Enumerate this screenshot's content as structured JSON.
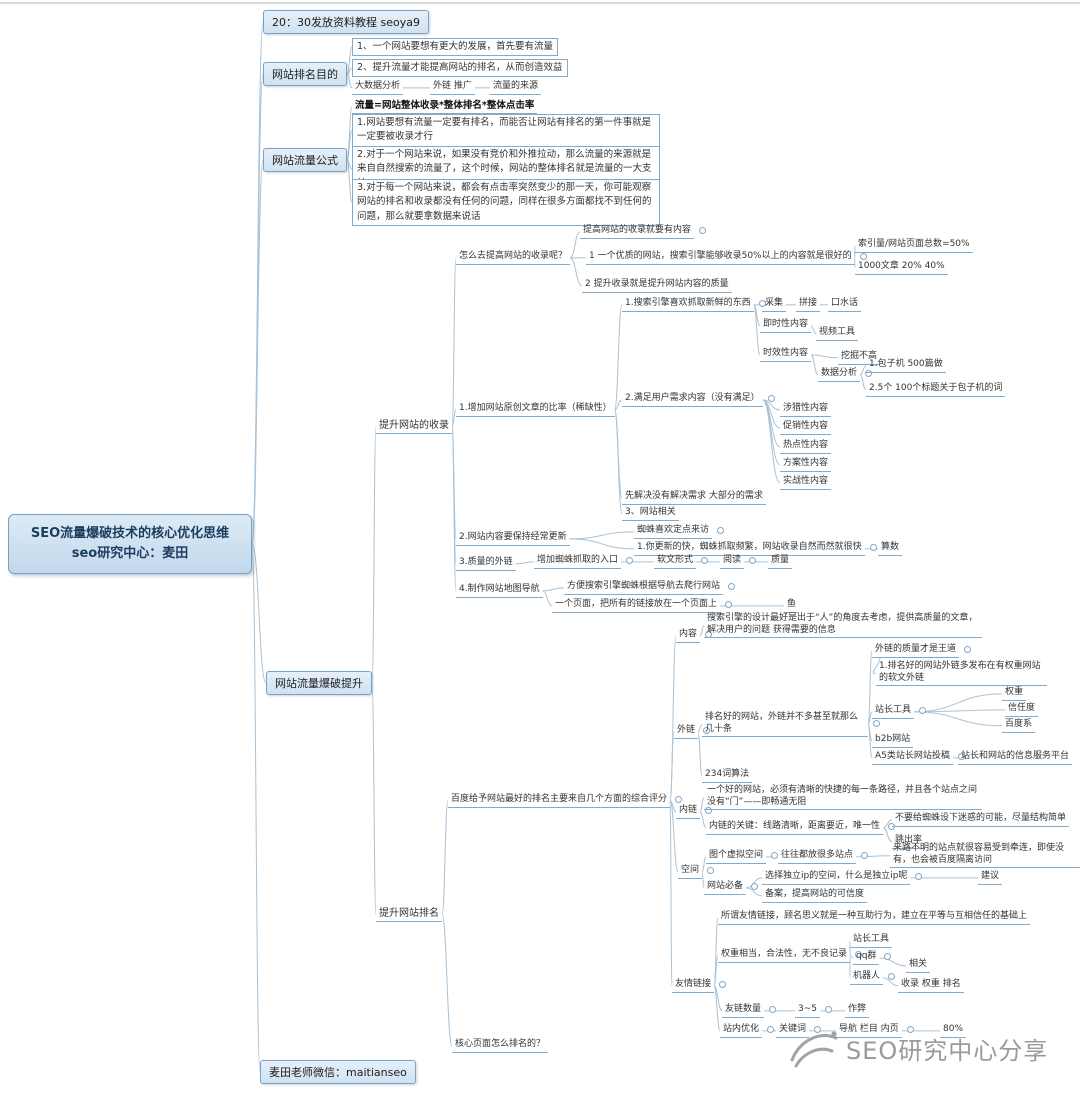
{
  "root": {
    "line1": "SEO流量爆破技术的核心优化思维",
    "line2": "seo研究中心：麦田"
  },
  "topics": {
    "schedule": "20：30发放资料教程   seoya9",
    "purpose": "网站排名目的",
    "formula": "网站流量公式",
    "boost": "网站流量爆破提升",
    "wechat": "麦田老师微信：maitianseo"
  },
  "nodes": {
    "purpose_1": "1、一个网站要想有更大的发展，首先要有流量",
    "purpose_2": "2、提升流量才能提高网站的排名，从而创造效益",
    "purpose_3a": "大数据分析",
    "purpose_3b": "外链 推广",
    "purpose_3c": "流量的来源",
    "formula_eq": "流量=网站整体收录*整体排名*整体点击率",
    "formula_1": "1.网站要想有流量一定要有排名，而能否让网站有排名的第一件事就是一定要被收录才行",
    "formula_2": "2.对于一个网站来说，如果没有竞价和外推拉动，那么流量的来源就是来自自然搜索的流量了，这个时候，网站的整体排名就是流量的一大支柱",
    "formula_3": "3.对于每一个网站来说，都会有点击率突然变少的那一天，你可能观察网站的排名和收录都没有任何的问题，同样在很多方面都找不到任何的问题，那么就要拿数据来说话",
    "inc": "提升网站的收录",
    "rank": "提升网站排名",
    "q1": "怎么去提高网站的收录呢？",
    "q1a": "提高网站的收录就要有内容",
    "q1b": "1 一个优质的网站，搜索引擎能够收录50%以上的内容就是很好的",
    "q1b1": "索引量/网站页面总数=50%",
    "q1b2": "1000文章  20%  40%",
    "q1c": "2 提升收录就是提升网站内容的质量",
    "r1": "1.增加网站原创文章的比率（稀缺性）",
    "r1a": "1.搜索引擎喜欢抓取新鲜的东西",
    "cai": "采集",
    "pin": "拼接",
    "shui": "口水话",
    "t1": "即时性内容",
    "t1a": "视频工具",
    "t2": "时效性内容",
    "t2a": "挖掘不高",
    "t2b": "数据分析",
    "t2b1": "1.包子机  500篇做",
    "t2b2": "2.5个 100个标题关于包子机的词",
    "r1b": "2.满足用户需求内容（没有满足）",
    "s1": "涉猎性内容",
    "s2": "促销性内容",
    "s3": "热点性内容",
    "s4": "方案性内容",
    "s5": "实战性内容",
    "r1c": "先解决没有解决需求 大部分的需求",
    "r1d": "3、网站相关",
    "r2": "2.网站内容要保持经常更新",
    "r2a": "蜘蛛喜欢定点来访",
    "r2b": "1.你更新的快，蜘蛛抓取频繁，网站收录自然而然就很快",
    "r2b1": "算数",
    "r3": "3.质量的外链",
    "r3a": "增加蜘蛛抓取的入口",
    "r3b": "软文形式",
    "r3c": "阅读",
    "r3d": "质量",
    "r4": "4.制作网站地图导航",
    "r4a": "方便搜索引擎蜘蛛根据导航去爬行网站",
    "r4b": "一个页面，把所有的链接放在一个页面上",
    "r4b1": "鱼",
    "score": "百度给予网站最好的排名主要来自几个方面的综合评分",
    "cat_content": "内容",
    "cc1": "搜索引擎的设计最好是出于“人”的角度去考虑，提供高质量的文章，解决用户的问题 获得需要的信息",
    "cat_link": "外链",
    "olq": "外链的质量才是王道",
    "olq1": "1.排名好的网站外链多发布在有权重网站的软文外链",
    "few": "排名好的网站，外链并不多甚至就那么几十条",
    "zz": "站长工具",
    "zz1": "权重",
    "zz2": "信任度",
    "zz3": "百度系",
    "b2b": "b2b网站",
    "a5": "A5类站长网站投稿",
    "a5a": "站长和网站的信息服务平台",
    "alg": "234词算法",
    "cat_inlink": "内链",
    "il1": "一个好的网站，必须有清晰的快捷的每一条路径，并且各个站点之间没有“门”——即畅通无阻",
    "il2": "内链的关键：线路清晰，距离要近，唯一性",
    "il2a": "不要给蜘蛛设下迷惑的可能，尽量结构简单",
    "il2b": "跳出率",
    "cat_space": "空间",
    "sp1": "图个虚拟空间",
    "sp1a": "往往都放很多站点",
    "sp1b": "来路不明的站点就很容易受到牵连，即使没有，也会被百度隔离访问",
    "sp2": "网站必备",
    "sp2a": "选择独立ip的空间，什么是独立ip呢",
    "sp2a1": "建议",
    "sp2b": "备案，提高网站的可信度",
    "cat_friend": "友情链接",
    "fl1": "所谓友情链接，顾名思义就是一种互助行为，建立在平等与互相信任的基础上",
    "fl2": "权重相当，合法性，无不良记录",
    "fl2a": "站长工具",
    "fl2b": "qq群",
    "fl2b1": "相关",
    "fl2c": "机器人",
    "fl2c1": "收录  权重  排名",
    "fl3": "友链数量",
    "fl3a": "3~5",
    "fl3b": "作弊",
    "fl4": "站内优化",
    "fl4a": "关键词",
    "fl4b": "导航 栏目 内页",
    "fl4c": "80%",
    "core": "核心页面怎么排名的？"
  },
  "watermark": {
    "text": "SEO研究中心分享",
    "logo_icon": "hand-drawn-bird-logo"
  },
  "icons": {
    "collapse_dot": "small-hollow-circle"
  },
  "colors": {
    "node_border": "#84aac9",
    "edge": "#a9c2d6",
    "topic_fill": "#d8e8f5",
    "root_fill": "#cfe2f1",
    "watermark_gray": "#9a9a9a"
  }
}
